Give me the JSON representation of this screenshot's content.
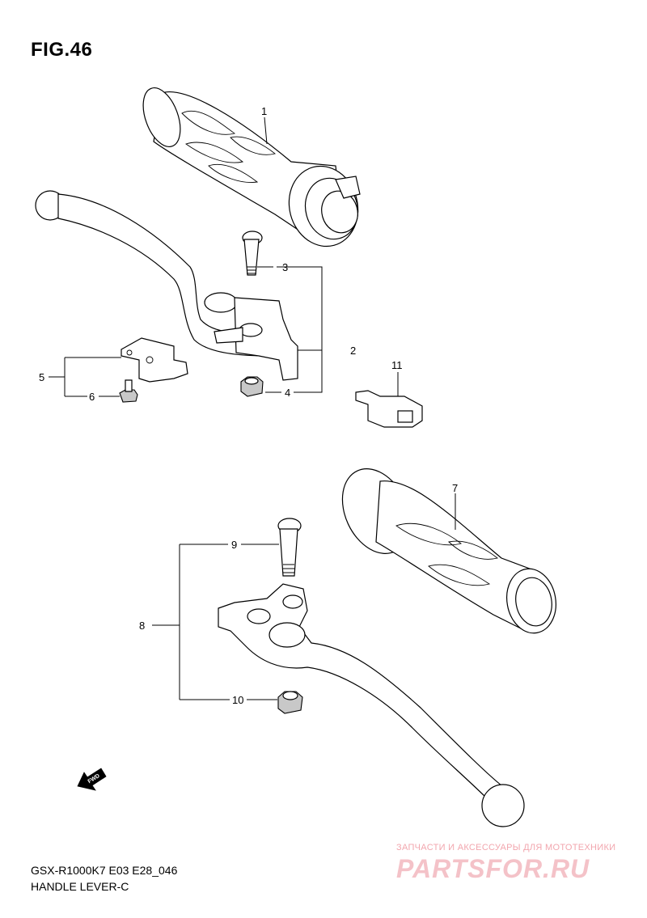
{
  "figure": {
    "title": "FIG.46",
    "model_code": "GSX-R1000K7 E03 E28_046",
    "caption": "HANDLE LEVER-C"
  },
  "callouts": [
    "1",
    "2",
    "3",
    "4",
    "5",
    "6",
    "7",
    "8",
    "9",
    "10",
    "11"
  ],
  "fwd_marker": "FWD",
  "watermark": {
    "tagline": "ЗАПЧАСТИ И АКСЕССУАРЫ ДЛЯ МОТОТЕХНИКИ",
    "logo_text": "PARTSFOR.RU",
    "color": "#f4c2c8"
  }
}
